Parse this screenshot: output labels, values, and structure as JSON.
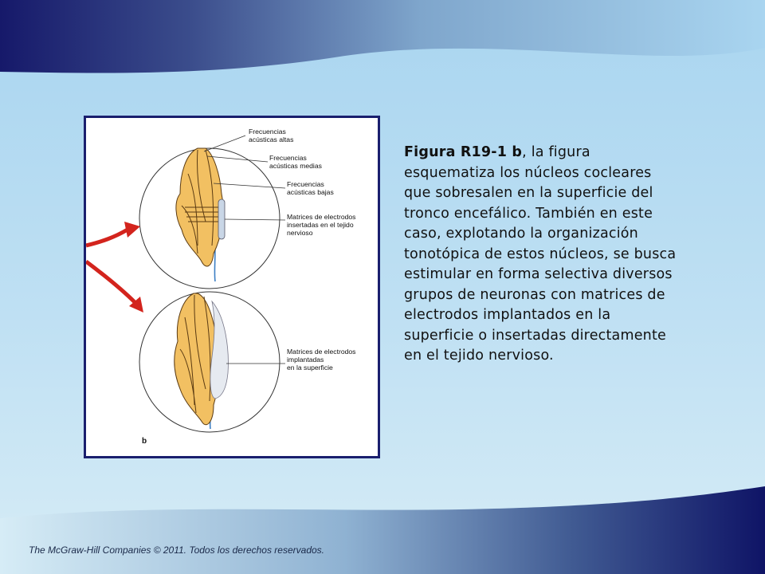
{
  "figure": {
    "panel_letter": "b",
    "top_labels": {
      "high_1": "Frecuencias",
      "high_2": "acústicas altas",
      "mid_1": "Frecuencias",
      "mid_2": "acústicas medias",
      "low_1": "Frecuencias",
      "low_2": "acústicas bajas",
      "inserted_1": "Matrices de electrodos",
      "inserted_2": "insertadas en el tejido",
      "inserted_3": "nervioso"
    },
    "bottom_labels": {
      "surface_1": "Matrices de electrodos",
      "surface_2": "implantadas",
      "surface_3": "en la superficie"
    },
    "colors": {
      "nucleus_fill": "#f2c062",
      "nucleus_stroke": "#5a3a12",
      "arrow": "#d3241d",
      "electrode": "#c9d6e6",
      "nerve": "#3d7fc4",
      "border": "#1a1f6e"
    }
  },
  "caption": {
    "figure_id": "Figura R19-1 b",
    "text": ", la figura esquematiza los núcleos cocleares que sobresalen en la superficie del tronco encefálico. También en este caso, explotando la organización tonotópica de estos núcleos, se busca estimular en forma selectiva diversos grupos de neuronas con matrices de electrodos implantados en la superficie o insertadas directamente en el tejido nervioso."
  },
  "footer": {
    "text": "The McGraw-Hill Companies © 2011. Todos los derechos reservados."
  }
}
